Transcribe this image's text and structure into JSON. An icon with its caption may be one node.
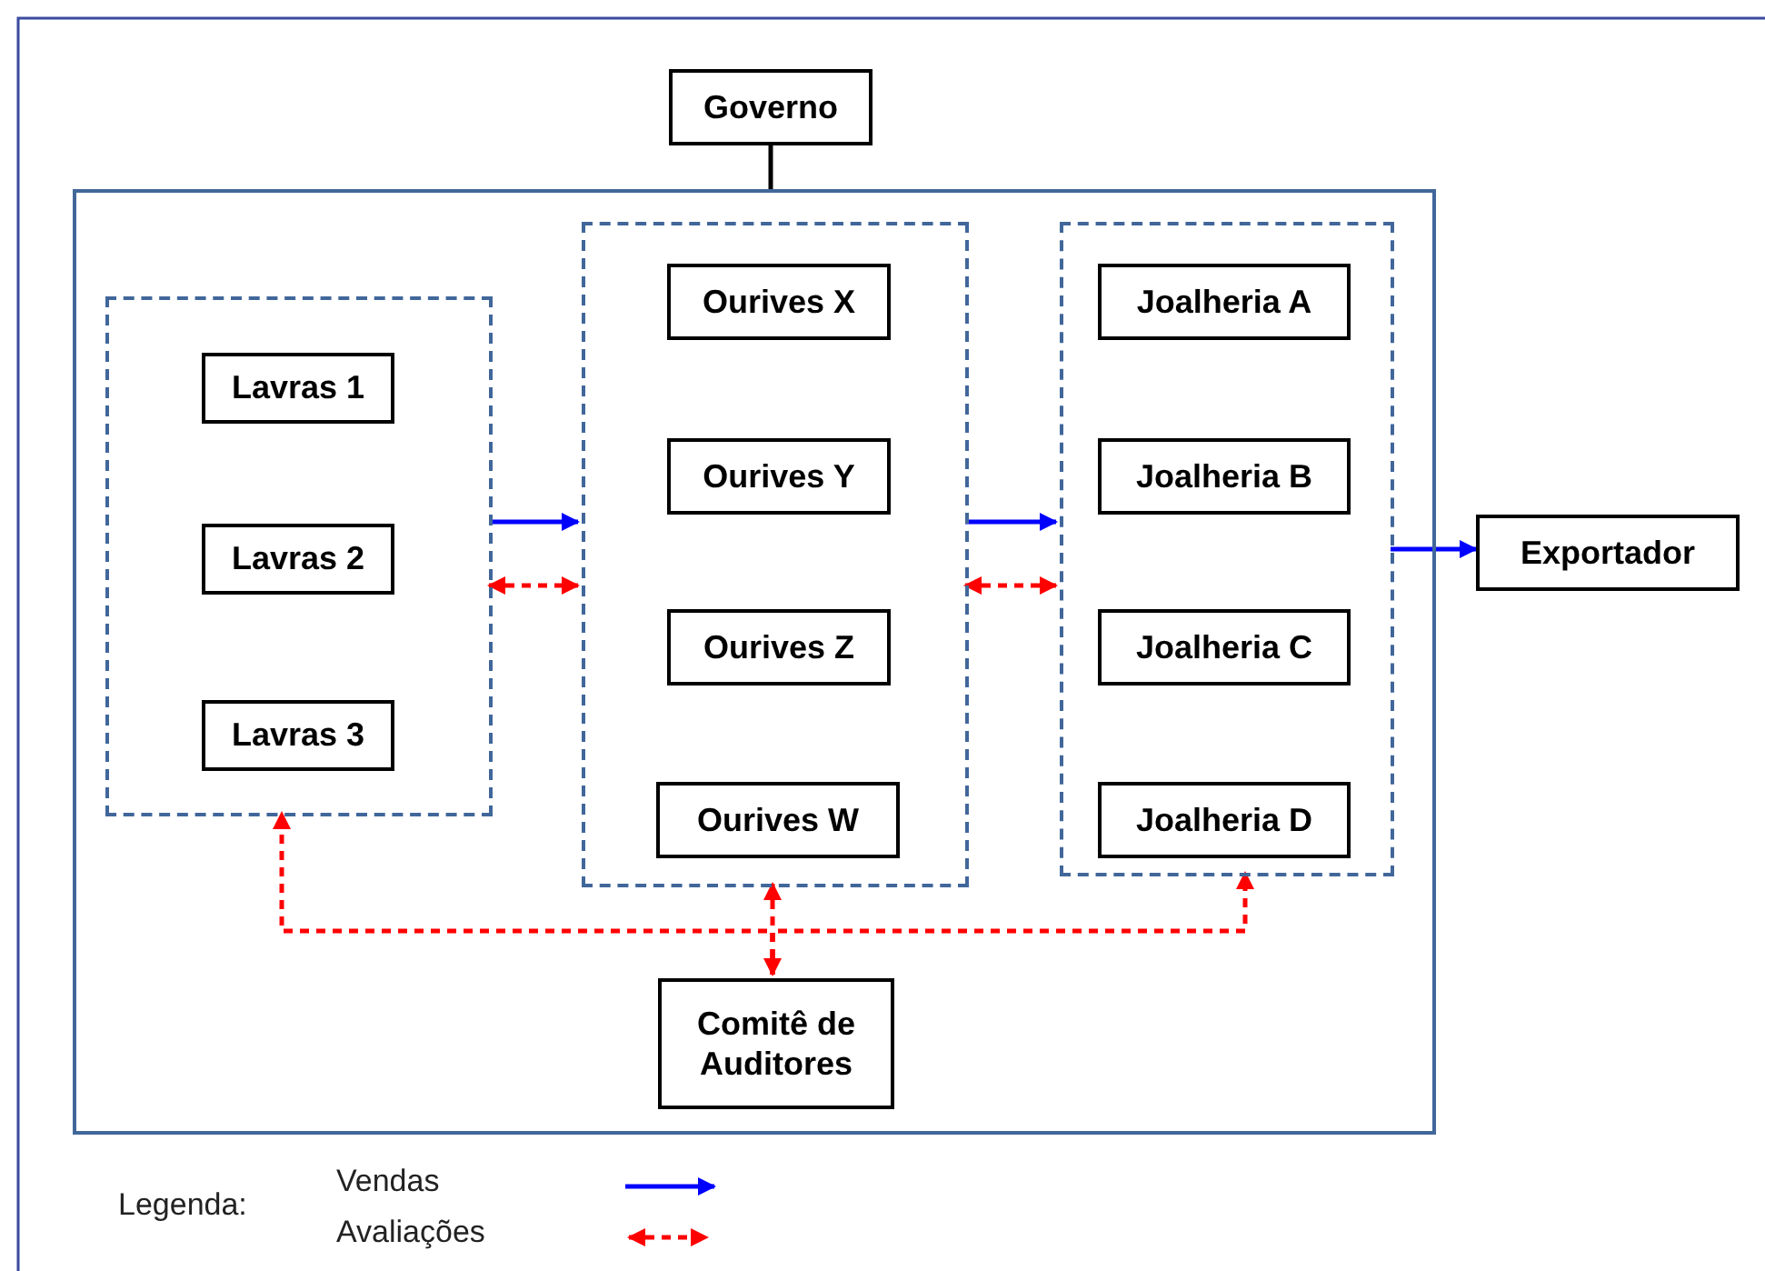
{
  "diagram": {
    "nodes": [
      {
        "text": [
          "Governo"
        ]
      },
      {
        "text": [],
        "shape": "box"
      },
      {
        "text": [],
        "shape": "box",
        "in": 1
      },
      {
        "text": [
          "Lavras 1"
        ],
        "in": 2
      },
      {
        "text": [
          "Lavras 2"
        ],
        "in": 2
      },
      {
        "text": [
          "Lavras 3"
        ],
        "in": 2
      },
      {
        "text": [],
        "shape": "box",
        "in": 1
      },
      {
        "text": [
          "Ourives X"
        ],
        "in": 6
      },
      {
        "text": [
          "Ourives Y"
        ],
        "in": 6
      },
      {
        "text": [
          "Ourives Z"
        ],
        "in": 6
      },
      {
        "text": [
          "Ourives W"
        ],
        "in": 6
      },
      {
        "text": [],
        "shape": "box",
        "in": 1
      },
      {
        "text": [
          "Joalheria A"
        ],
        "in": 11
      },
      {
        "text": [
          "Joalheria B"
        ],
        "in": 11
      },
      {
        "text": [
          "Joalheria C"
        ],
        "in": 11
      },
      {
        "text": [
          "Joalheria D"
        ],
        "in": 11
      },
      {
        "text": [
          "Exportador"
        ]
      },
      {
        "text": [
          "Comitê de Auditores"
        ],
        "in": 1
      }
    ],
    "edges": [
      {
        "from": 0,
        "to": 1,
        "arrow": "none",
        "color": "#000000"
      },
      {
        "from": 2,
        "to": 6,
        "arrow": "to",
        "color": "#0000ff"
      },
      {
        "from": 2,
        "to": 6,
        "arrow": "both",
        "style": "dashed",
        "color": "#ff0000"
      },
      {
        "from": 6,
        "to": 11,
        "arrow": "to",
        "color": "#0000ff"
      },
      {
        "from": 6,
        "to": 11,
        "arrow": "both",
        "style": "dashed",
        "color": "#ff0000"
      },
      {
        "from": 11,
        "to": 16,
        "arrow": "to",
        "color": "#0000ff"
      },
      {
        "from": 17,
        "to": 2,
        "arrow": "to",
        "style": "dashed",
        "color": "#ff0000"
      },
      {
        "from": 17,
        "to": 6,
        "arrow": "both",
        "style": "dashed",
        "color": "#ff0000"
      },
      {
        "from": 17,
        "to": 11,
        "arrow": "to",
        "style": "dashed",
        "color": "#ff0000"
      }
    ],
    "labels": [
      "Legenda:"
    ],
    "legend": [
      {
        "text": "Vendas"
      },
      {
        "text": "Avaliações"
      }
    ]
  }
}
